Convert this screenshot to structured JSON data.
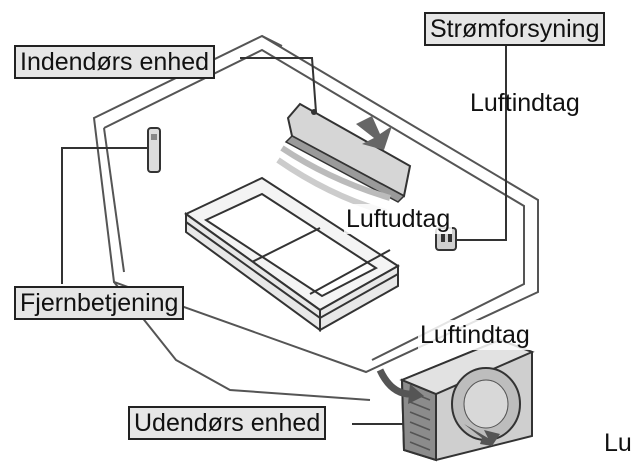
{
  "labels": {
    "indoor_unit": "Indendørs enhed",
    "power_supply": "Strømforsyning",
    "air_intake_top": "Luftindtag",
    "air_outlet": "Luftudtag",
    "remote_control": "Fjernbetjening",
    "air_intake_bottom": "Luftindtag",
    "outdoor_unit": "Udendørs enhed",
    "cut_off_text": "Lu"
  },
  "colors": {
    "line": "#333333",
    "room_wall": "#444444",
    "unit_fill": "#d0d0d0",
    "label_fill": "#e6e6e6",
    "airflow": "#555555"
  }
}
